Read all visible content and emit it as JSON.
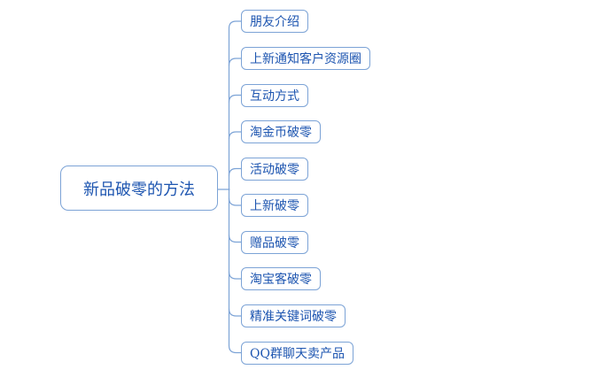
{
  "colors": {
    "background": "#ffffff",
    "node_border": "#7ca3d6",
    "node_text": "#1d55b0",
    "connector": "#7ca3d6"
  },
  "root": {
    "label": "新品破零的方法"
  },
  "topics": [
    {
      "label": "朋友介绍"
    },
    {
      "label": "上新通知客户资源圈"
    },
    {
      "label": "互动方式"
    },
    {
      "label": "淘金币破零"
    },
    {
      "label": "活动破零"
    },
    {
      "label": "上新破零"
    },
    {
      "label": "赠品破零"
    },
    {
      "label": "淘宝客破零"
    },
    {
      "label": "精准关键词破零"
    },
    {
      "label": "QQ群聊天卖产品"
    }
  ]
}
